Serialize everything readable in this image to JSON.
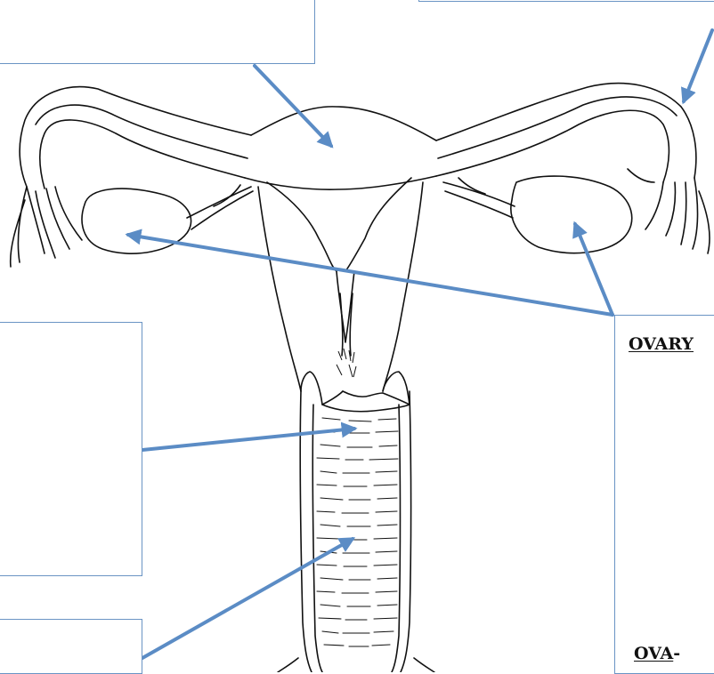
{
  "diagram": {
    "kind": "female reproductive system worksheet",
    "arrow_color": "#5b8cc5",
    "box_border_color": "#6a94c4",
    "line_color": "#111111",
    "blank_label_boxes": 5
  },
  "labels": {
    "ovary": "OVARY",
    "ova": "OVA",
    "ova_suffix": "-"
  }
}
